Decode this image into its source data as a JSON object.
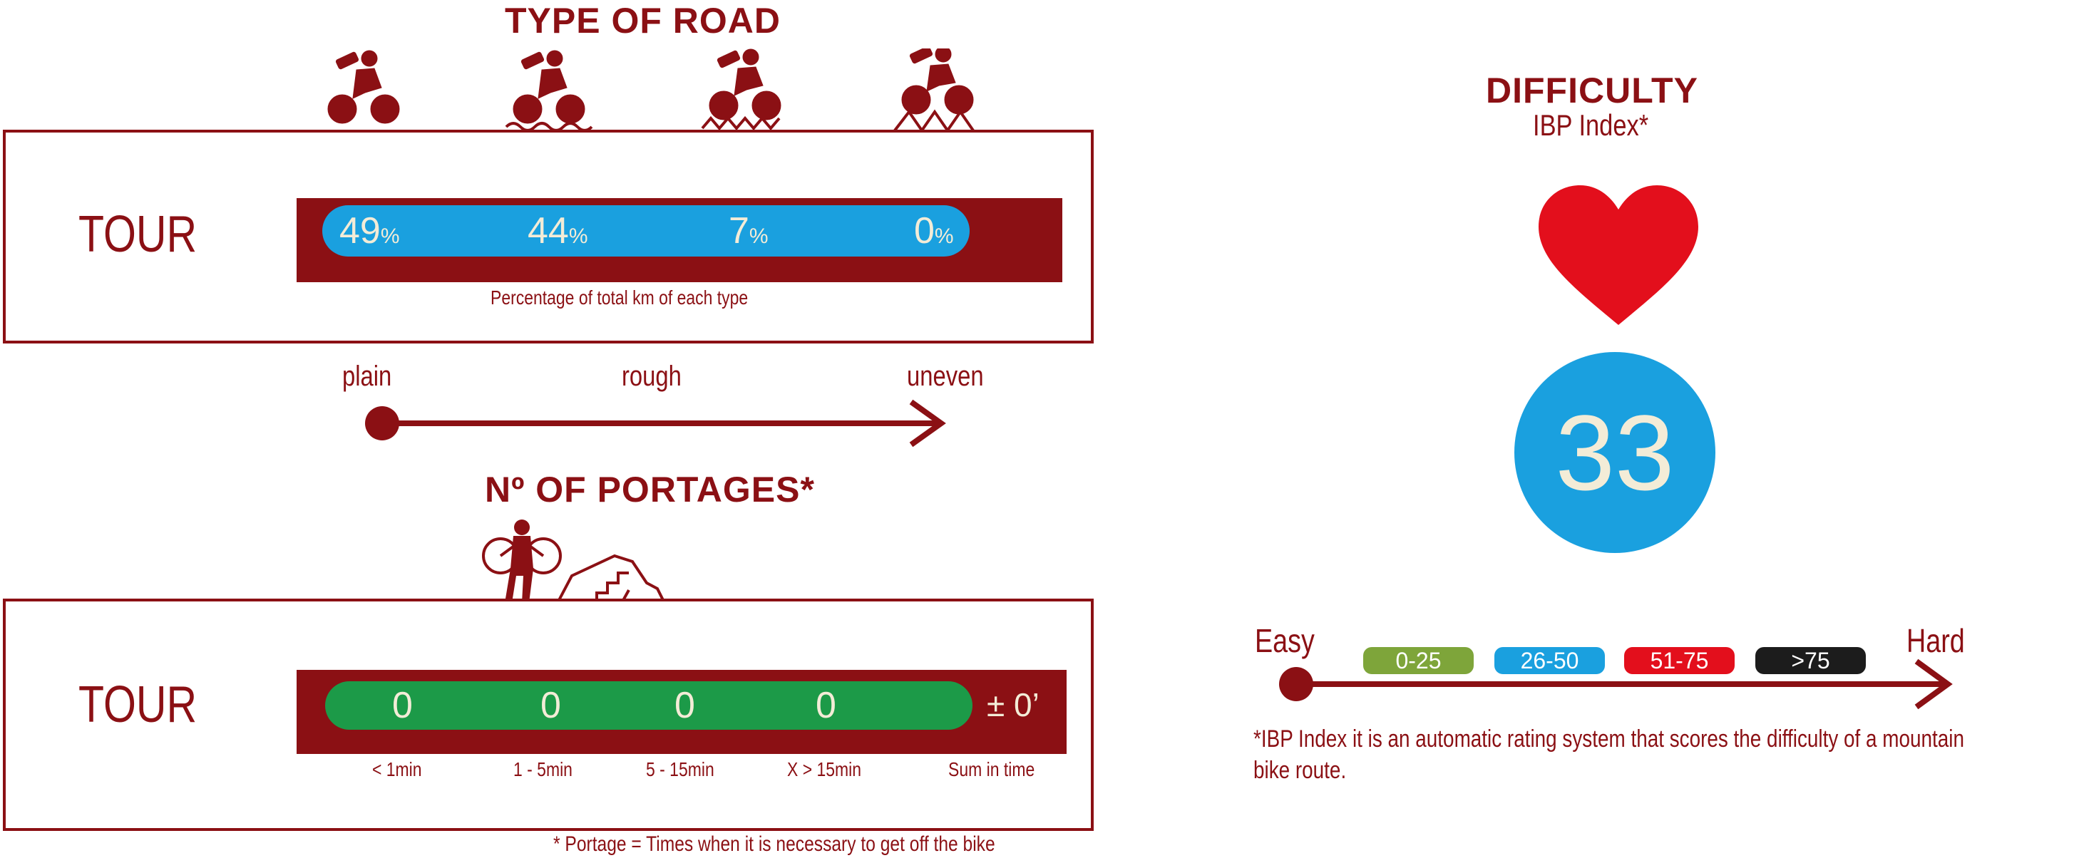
{
  "road": {
    "title": "TYPE OF ROAD",
    "tour_label": "TOUR",
    "values": [
      "49",
      "44",
      "7",
      "0"
    ],
    "unit": "%",
    "caption": "Percentage of total km of each type",
    "scale": {
      "left": "plain",
      "middle": "rough",
      "right": "uneven"
    },
    "icons": [
      "cyclist-plain-road-icon",
      "cyclist-rough-road-icon",
      "cyclist-rougher-road-icon",
      "cyclist-uneven-road-icon"
    ]
  },
  "portages": {
    "title": "Nº OF PORTAGES*",
    "tour_label": "TOUR",
    "values": [
      "0",
      "0",
      "0",
      "0"
    ],
    "sum": "± 0’",
    "labels": [
      "< 1min",
      "1 - 5min",
      "5 - 15min",
      "X > 15min",
      "Sum in time"
    ],
    "footnote": "* Portage = Times when it is necessary to get off the bike",
    "icon": "cyclist-carrying-bike-icon"
  },
  "difficulty": {
    "title": "DIFFICULTY",
    "subtitle": "IBP Index*",
    "score": "33",
    "easy_label": "Easy",
    "hard_label": "Hard",
    "ranges": [
      {
        "label": "0-25",
        "color": "#7ea53a"
      },
      {
        "label": "26-50",
        "color": "#1aa0df"
      },
      {
        "label": "51-75",
        "color": "#e30f1c"
      },
      {
        "label": ">75",
        "color": "#1c1c1c"
      }
    ],
    "footnote_line1": "*IBP Index it is an automatic rating system that scores the difficulty of a mountain",
    "footnote_line2": "bike route."
  },
  "colors": {
    "maroon": "#8b1014",
    "blue": "#1aa0df",
    "green": "#1c9a48",
    "heart": "#e30f1c",
    "value_text": "#f3ecd7"
  }
}
